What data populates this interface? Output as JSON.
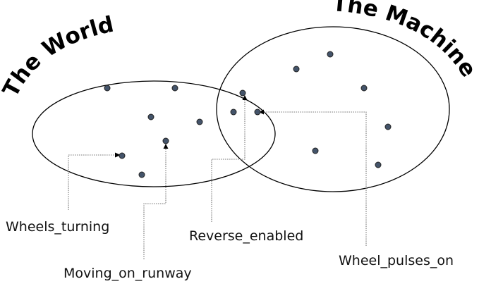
{
  "diagram": {
    "type": "venn",
    "sets": [
      {
        "id": "world",
        "title": "The World"
      },
      {
        "id": "machine",
        "title": "The Machine"
      }
    ],
    "points": {
      "world_only": 7,
      "shared": 3,
      "machine_only": 6
    },
    "annotations": [
      {
        "label": "Wheels_turning",
        "target_region": "world"
      },
      {
        "label": "Moving_on_runway",
        "target_region": "world"
      },
      {
        "label": "Reverse_enabled",
        "target_region": "shared"
      },
      {
        "label": "Wheel_pulses_on",
        "target_region": "shared"
      }
    ],
    "colors": {
      "point_fill": "#44546a",
      "outline": "#000000",
      "leader_line": "#7a7a7a"
    }
  }
}
